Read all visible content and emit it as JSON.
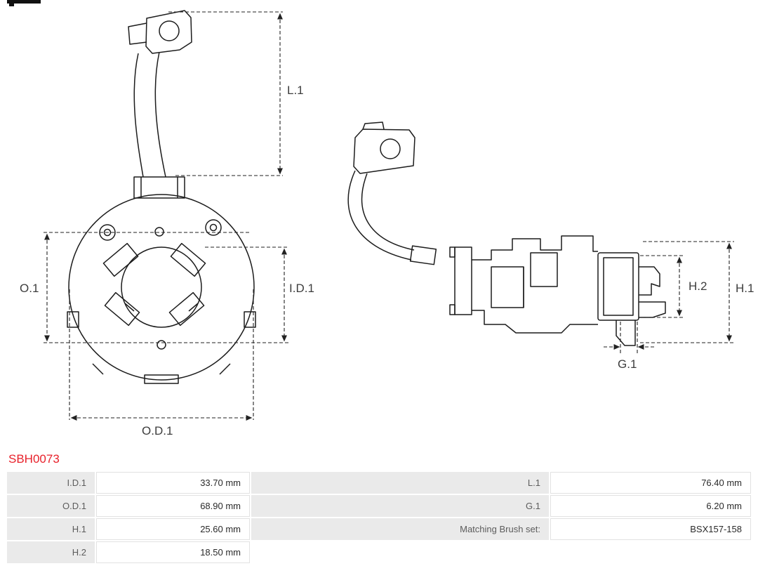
{
  "part": {
    "number": "SBH0073",
    "number_color": "#e8212b"
  },
  "diagram": {
    "front": {
      "l1": "L.1",
      "o1": "O.1",
      "id1": "I.D.1",
      "od1": "O.D.1"
    },
    "side": {
      "h1": "H.1",
      "h2": "H.2",
      "g1": "G.1"
    }
  },
  "table": {
    "rows": [
      {
        "c0": "I.D.1",
        "c1": "33.70 mm",
        "c2": "L.1",
        "c3": "76.40 mm"
      },
      {
        "c0": "O.D.1",
        "c1": "68.90 mm",
        "c2": "G.1",
        "c3": "6.20 mm"
      },
      {
        "c0": "H.1",
        "c1": "25.60 mm",
        "c2": "Matching Brush set:",
        "c3": "BSX157-158"
      },
      {
        "c0": "H.2",
        "c1": "18.50 mm",
        "c2": "",
        "c3": ""
      }
    ]
  }
}
